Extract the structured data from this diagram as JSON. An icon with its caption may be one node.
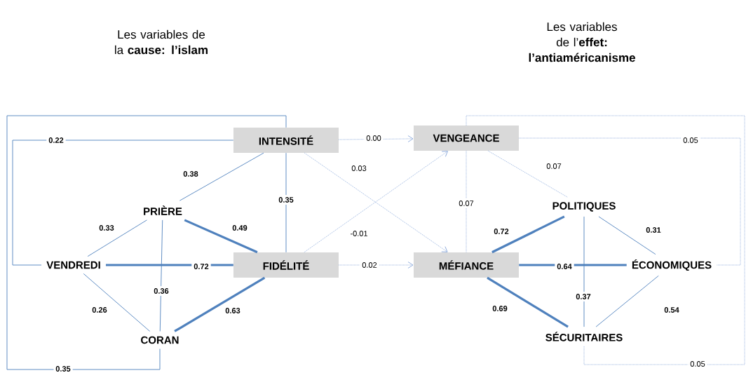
{
  "diagram": {
    "nodes": [
      {
        "text": [
          "INTENSITÉ"
        ]
      },
      {
        "text": [
          "PRIÈRE"
        ]
      },
      {
        "text": [
          "VENDREDI"
        ]
      },
      {
        "text": [
          "FIDÉLITÉ"
        ]
      },
      {
        "text": [
          "CORAN"
        ]
      },
      {
        "text": [
          "VENGEANCE"
        ]
      },
      {
        "text": [
          "POLITIQUES"
        ]
      },
      {
        "text": [
          "MÉFIANCE"
        ]
      },
      {
        "text": [
          "ÉCONOMIQUES"
        ]
      },
      {
        "text": [
          "SÉCURITAIRES"
        ]
      }
    ],
    "edges": [
      {
        "from": 0,
        "to": 2,
        "arrow": "none",
        "label": "0.22"
      },
      {
        "from": 0,
        "to": 1,
        "arrow": "none",
        "label": "0.38"
      },
      {
        "from": 0,
        "to": 3,
        "arrow": "none",
        "label": "0.35"
      },
      {
        "from": 0,
        "to": 4,
        "arrow": "none",
        "label": "0.35"
      },
      {
        "from": 1,
        "to": 2,
        "arrow": "none",
        "label": "0.33"
      },
      {
        "from": 1,
        "to": 3,
        "arrow": "none",
        "label": "0.49",
        "style": "thick"
      },
      {
        "from": 1,
        "to": 4,
        "arrow": "none",
        "label": "0.36"
      },
      {
        "from": 2,
        "to": 3,
        "arrow": "none",
        "label": "0.72",
        "style": "thick"
      },
      {
        "from": 2,
        "to": 4,
        "arrow": "none",
        "label": "0.26"
      },
      {
        "from": 4,
        "to": 3,
        "arrow": "none",
        "label": "0.63",
        "style": "thick"
      },
      {
        "from": 0,
        "to": 5,
        "arrow": "to",
        "label": "0.00",
        "style": "dashed"
      },
      {
        "from": 0,
        "to": 7,
        "arrow": "to",
        "label": "0.03",
        "style": "dashed"
      },
      {
        "from": 3,
        "to": 5,
        "arrow": "to",
        "label": "-0.01",
        "style": "dashed"
      },
      {
        "from": 3,
        "to": 7,
        "arrow": "to",
        "label": "0.02",
        "style": "dashed"
      },
      {
        "from": 5,
        "to": 7,
        "arrow": "none",
        "label": "0.07",
        "style": "dashed"
      },
      {
        "from": 5,
        "to": 6,
        "arrow": "none",
        "label": "0.07",
        "style": "dashed"
      },
      {
        "from": 5,
        "to": 8,
        "arrow": "none",
        "label": "0.05",
        "style": "dashed"
      },
      {
        "from": 5,
        "to": 9,
        "arrow": "none",
        "label": "0.05",
        "style": "dashed"
      },
      {
        "from": 7,
        "to": 6,
        "arrow": "none",
        "label": "0.72",
        "style": "thick"
      },
      {
        "from": 7,
        "to": 8,
        "arrow": "none",
        "label": "0.64",
        "style": "thick"
      },
      {
        "from": 7,
        "to": 9,
        "arrow": "none",
        "label": "0.69",
        "style": "thick"
      },
      {
        "from": 6,
        "to": 8,
        "arrow": "none",
        "label": "0.31"
      },
      {
        "from": 6,
        "to": 9,
        "arrow": "none",
        "label": "0.37"
      },
      {
        "from": 8,
        "to": 9,
        "arrow": "none",
        "label": "0.54"
      }
    ],
    "labels": [
      "Les variables de la **cause: l’islam**",
      "Les variables de l’**effet: l’antiaméricanisme**"
    ]
  }
}
